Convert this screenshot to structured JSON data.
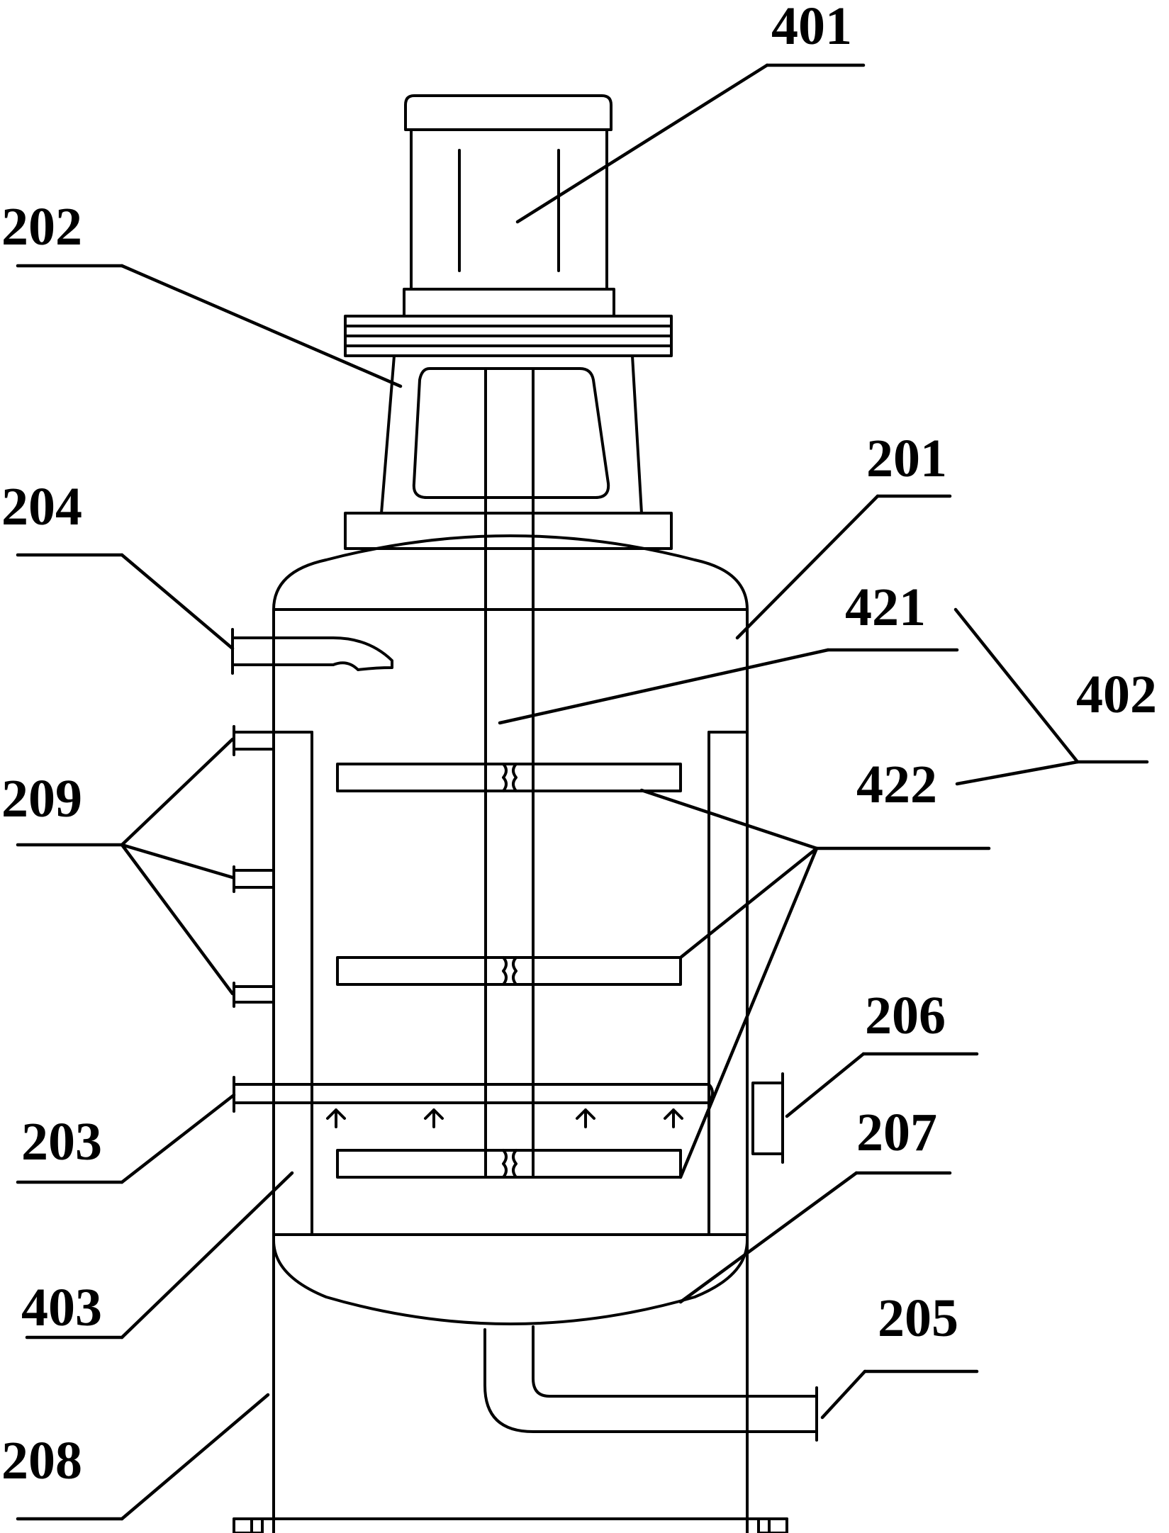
{
  "labels": {
    "l401": "401",
    "l202": "202",
    "l201": "201",
    "l204": "204",
    "l421": "421",
    "l402": "402",
    "l422": "422",
    "l209": "209",
    "l206": "206",
    "l203": "203",
    "l207": "207",
    "l403": "403",
    "l205": "205",
    "l208": "208"
  }
}
